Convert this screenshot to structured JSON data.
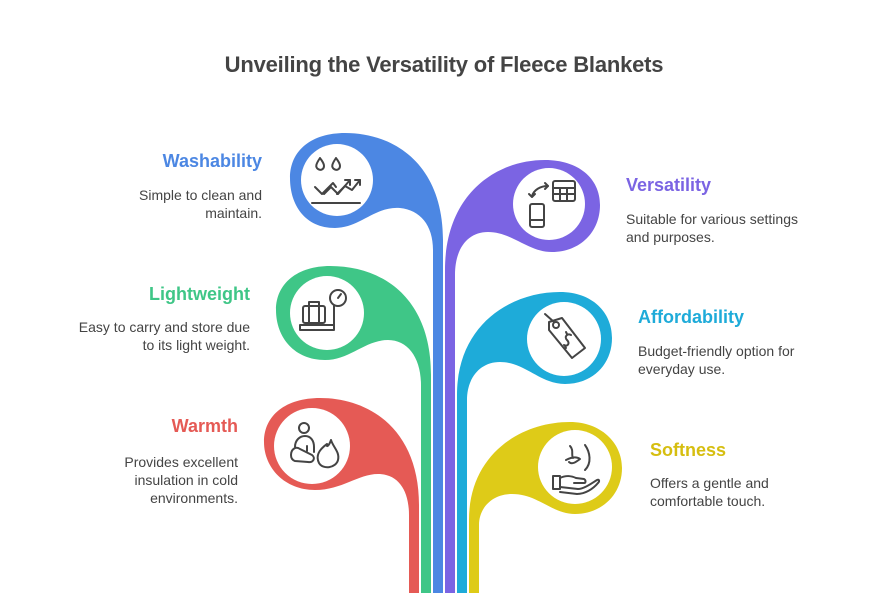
{
  "title": "Unveiling the Versatility of Fleece Blankets",
  "items": [
    {
      "label": "Washability",
      "description_lines": [
        "Simple to clean and",
        "maintain."
      ],
      "color": "#4C87E3",
      "icon": "water-drops-waves-icon",
      "side": "left"
    },
    {
      "label": "Versatility",
      "description_lines": [
        "Suitable for various settings",
        "and purposes."
      ],
      "color": "#7B64E3",
      "icon": "device-swap-grid-icon",
      "side": "right"
    },
    {
      "label": "Lightweight",
      "description_lines": [
        "Easy to carry and store due",
        "to its light weight."
      ],
      "color": "#3FC687",
      "icon": "luggage-scale-icon",
      "side": "left"
    },
    {
      "label": "Affordability",
      "description_lines": [
        "Budget-friendly option for",
        "everyday use."
      ],
      "color": "#1EABD9",
      "icon": "price-tag-icon",
      "side": "right"
    },
    {
      "label": "Warmth",
      "description_lines": [
        "Provides excellent",
        "insulation in cold",
        "environments."
      ],
      "color": "#E55A55",
      "icon": "person-fire-icon",
      "side": "left"
    },
    {
      "label": "Softness",
      "description_lines": [
        "Offers a gentle and",
        "comfortable touch."
      ],
      "color": "#DECB18",
      "icon": "hand-fabric-icon",
      "side": "right"
    }
  ]
}
